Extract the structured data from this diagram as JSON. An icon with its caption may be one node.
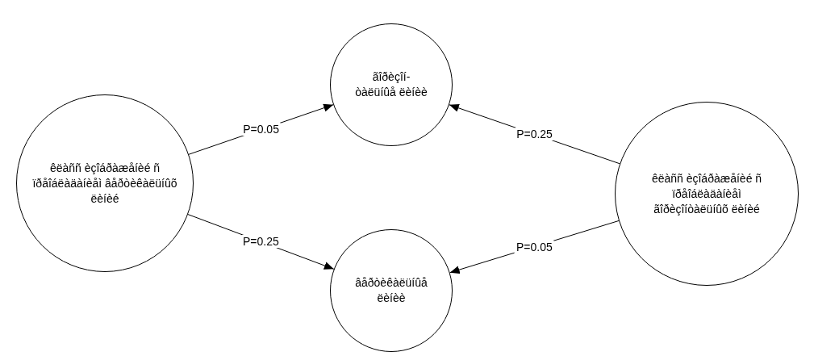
{
  "diagram": {
    "nodes": [
      {
        "text": [
          "êëàññ èçîáðàæåíèé ñ ïðåîáëàäàíèåì âåðòèêàëüíûõ ëèíèé"
        ]
      },
      {
        "text": [
          "ãîðèçîí- òàëüíûå ëèíèè"
        ]
      },
      {
        "text": [
          "âåðòèêàëüíûå ëèíèè"
        ]
      },
      {
        "text": [
          "êëàññ èçîáðàæåíèé ñ ïðåîáëàäàíèåì ãîðèçîíòàëüíûõ ëèíèé"
        ]
      }
    ],
    "edges": [
      {
        "from": 0,
        "to": 1,
        "arrow": "to",
        "label": "P=0.05"
      },
      {
        "from": 0,
        "to": 2,
        "arrow": "to",
        "label": "P=0.25"
      },
      {
        "from": 3,
        "to": 1,
        "arrow": "to",
        "label": "P=0.25"
      },
      {
        "from": 3,
        "to": 2,
        "arrow": "to",
        "label": "P=0.05"
      }
    ]
  }
}
